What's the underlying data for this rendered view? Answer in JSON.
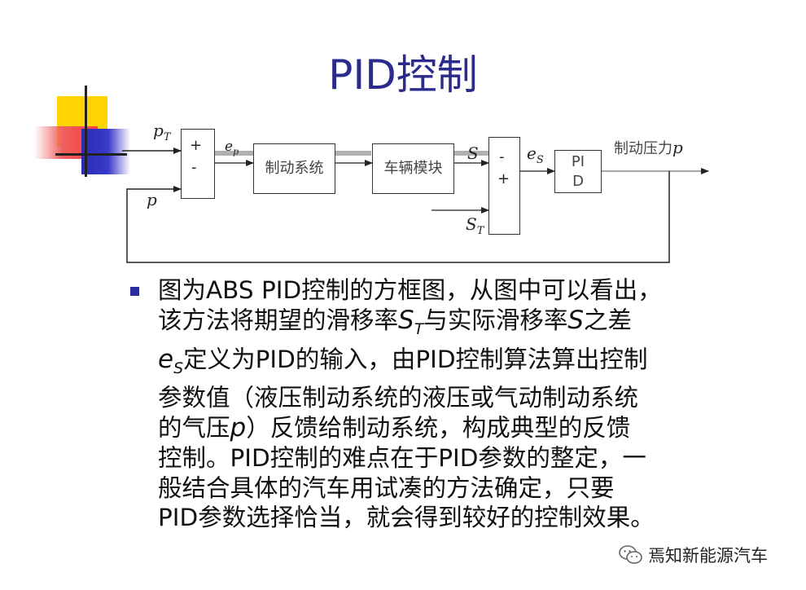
{
  "title": "PID控制",
  "diagram": {
    "labels": {
      "pT": "p",
      "pT_sub": "T",
      "p": "p",
      "ep": "e",
      "ep_sub": "p",
      "S": "S",
      "eS": "e",
      "eS_sub": "S",
      "ST": "S",
      "ST_sub": "T",
      "output": "制动压力",
      "output_var": "p"
    },
    "sum1": {
      "top": "+",
      "bottom": "-"
    },
    "sum2": {
      "top": "-",
      "bottom": "+"
    },
    "blocks": {
      "brake_system": "制动系统",
      "vehicle_model": "车辆模块",
      "pid": "PID"
    }
  },
  "body": {
    "bullet_lines": [
      "图为ABS PID控制的方框图，从图中可以看出，",
      "该方法将期望的滑移率",
      "与实际滑移率",
      "之差",
      "定义为PID的输入，由PID控制算法算出控制",
      "参数值（液压制动系统的液压或气动制动系统",
      "的气压",
      "）反馈给制动系统，构成典型的反馈",
      "控制。PID控制的难点在于PID参数的整定，一",
      "般结合具体的汽车用试凑的方法确定，只要",
      "PID参数选择恰当，就会得到较好的控制效果。"
    ],
    "vars": {
      "S": "S",
      "T": "T",
      "e": "e",
      "p": "p"
    }
  },
  "watermark": {
    "text": "焉知新能源汽车",
    "icon": "wechat-icon"
  },
  "colors": {
    "title": "#2b2b8c",
    "bullet": "#2b2b9c",
    "accent_yellow": "#ffd400",
    "accent_red": "#ff3b3b",
    "accent_blue": "#2a2ab8"
  }
}
